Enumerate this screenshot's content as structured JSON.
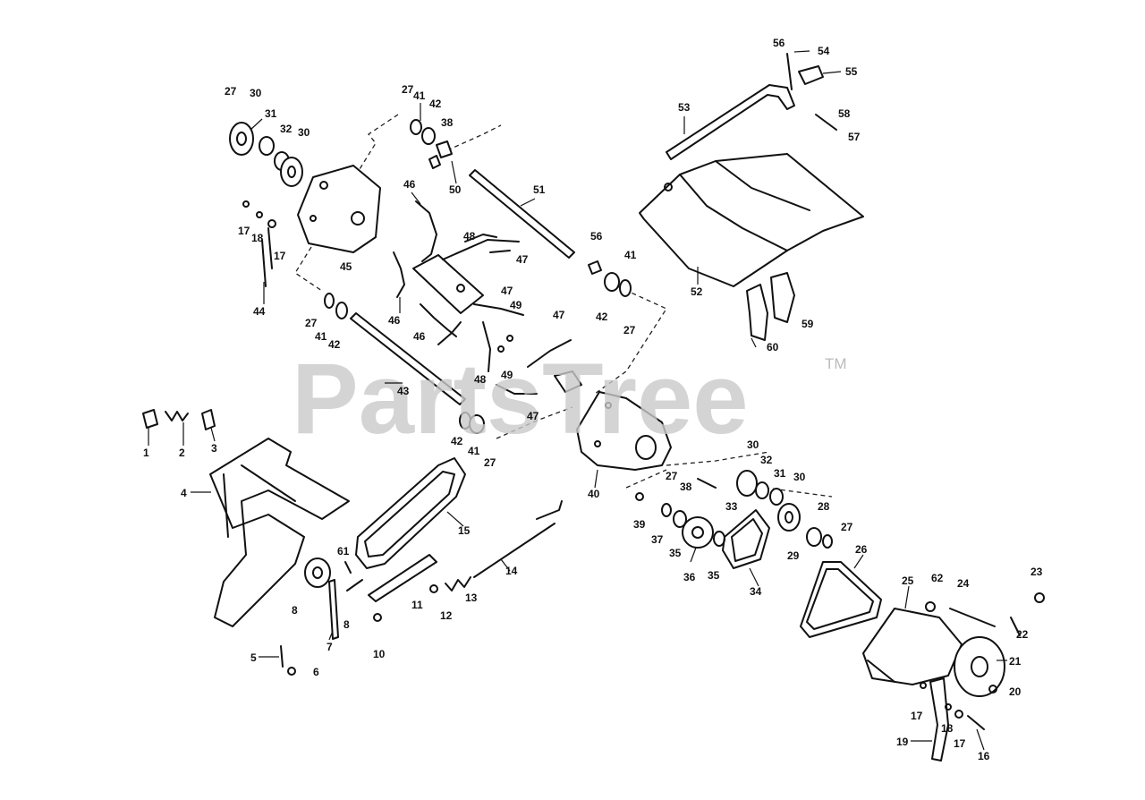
{
  "watermark": {
    "text": "PartsTree",
    "trademark": "TM"
  },
  "callouts": [
    {
      "id": "c1",
      "label": "1"
    },
    {
      "id": "c2",
      "label": "2"
    },
    {
      "id": "c3",
      "label": "3"
    },
    {
      "id": "c4",
      "label": "4"
    },
    {
      "id": "c5",
      "label": "5"
    },
    {
      "id": "c6",
      "label": "6"
    },
    {
      "id": "c7",
      "label": "7"
    },
    {
      "id": "c8a",
      "label": "8"
    },
    {
      "id": "c8b",
      "label": "8"
    },
    {
      "id": "c10",
      "label": "10"
    },
    {
      "id": "c11",
      "label": "11"
    },
    {
      "id": "c12",
      "label": "12"
    },
    {
      "id": "c13",
      "label": "13"
    },
    {
      "id": "c14",
      "label": "14"
    },
    {
      "id": "c15",
      "label": "15"
    },
    {
      "id": "c16",
      "label": "16"
    },
    {
      "id": "c17a",
      "label": "17"
    },
    {
      "id": "c17b",
      "label": "17"
    },
    {
      "id": "c17c",
      "label": "17"
    },
    {
      "id": "c17d",
      "label": "17"
    },
    {
      "id": "c18a",
      "label": "18"
    },
    {
      "id": "c18b",
      "label": "18"
    },
    {
      "id": "c19",
      "label": "19"
    },
    {
      "id": "c20",
      "label": "20"
    },
    {
      "id": "c21",
      "label": "21"
    },
    {
      "id": "c22",
      "label": "22"
    },
    {
      "id": "c23",
      "label": "23"
    },
    {
      "id": "c24",
      "label": "24"
    },
    {
      "id": "c25",
      "label": "25"
    },
    {
      "id": "c26",
      "label": "26"
    },
    {
      "id": "c27a",
      "label": "27"
    },
    {
      "id": "c27b",
      "label": "27"
    },
    {
      "id": "c27c",
      "label": "27"
    },
    {
      "id": "c27d",
      "label": "27"
    },
    {
      "id": "c27e",
      "label": "27"
    },
    {
      "id": "c27f",
      "label": "27"
    },
    {
      "id": "c27g",
      "label": "27"
    },
    {
      "id": "c28",
      "label": "28"
    },
    {
      "id": "c29",
      "label": "29"
    },
    {
      "id": "c30a",
      "label": "30"
    },
    {
      "id": "c30b",
      "label": "30"
    },
    {
      "id": "c30c",
      "label": "30"
    },
    {
      "id": "c30d",
      "label": "30"
    },
    {
      "id": "c31a",
      "label": "31"
    },
    {
      "id": "c31b",
      "label": "31"
    },
    {
      "id": "c32a",
      "label": "32"
    },
    {
      "id": "c32b",
      "label": "32"
    },
    {
      "id": "c33",
      "label": "33"
    },
    {
      "id": "c34",
      "label": "34"
    },
    {
      "id": "c35a",
      "label": "35"
    },
    {
      "id": "c35b",
      "label": "35"
    },
    {
      "id": "c36",
      "label": "36"
    },
    {
      "id": "c37",
      "label": "37"
    },
    {
      "id": "c38a",
      "label": "38"
    },
    {
      "id": "c38b",
      "label": "38"
    },
    {
      "id": "c39",
      "label": "39"
    },
    {
      "id": "c40",
      "label": "40"
    },
    {
      "id": "c41a",
      "label": "41"
    },
    {
      "id": "c41b",
      "label": "41"
    },
    {
      "id": "c41c",
      "label": "41"
    },
    {
      "id": "c41d",
      "label": "41"
    },
    {
      "id": "c42a",
      "label": "42"
    },
    {
      "id": "c42b",
      "label": "42"
    },
    {
      "id": "c42c",
      "label": "42"
    },
    {
      "id": "c42d",
      "label": "42"
    },
    {
      "id": "c43",
      "label": "43"
    },
    {
      "id": "c44",
      "label": "44"
    },
    {
      "id": "c45",
      "label": "45"
    },
    {
      "id": "c46a",
      "label": "46"
    },
    {
      "id": "c46b",
      "label": "46"
    },
    {
      "id": "c46c",
      "label": "46"
    },
    {
      "id": "c47a",
      "label": "47"
    },
    {
      "id": "c47b",
      "label": "47"
    },
    {
      "id": "c47c",
      "label": "47"
    },
    {
      "id": "c47d",
      "label": "47"
    },
    {
      "id": "c48a",
      "label": "48"
    },
    {
      "id": "c48b",
      "label": "48"
    },
    {
      "id": "c49a",
      "label": "49"
    },
    {
      "id": "c49b",
      "label": "49"
    },
    {
      "id": "c50",
      "label": "50"
    },
    {
      "id": "c51",
      "label": "51"
    },
    {
      "id": "c52",
      "label": "52"
    },
    {
      "id": "c53",
      "label": "53"
    },
    {
      "id": "c54",
      "label": "54"
    },
    {
      "id": "c55",
      "label": "55"
    },
    {
      "id": "c56a",
      "label": "56"
    },
    {
      "id": "c56b",
      "label": "56"
    },
    {
      "id": "c57",
      "label": "57"
    },
    {
      "id": "c58",
      "label": "58"
    },
    {
      "id": "c59",
      "label": "59"
    },
    {
      "id": "c60",
      "label": "60"
    },
    {
      "id": "c61",
      "label": "61"
    },
    {
      "id": "c62",
      "label": "62"
    }
  ]
}
